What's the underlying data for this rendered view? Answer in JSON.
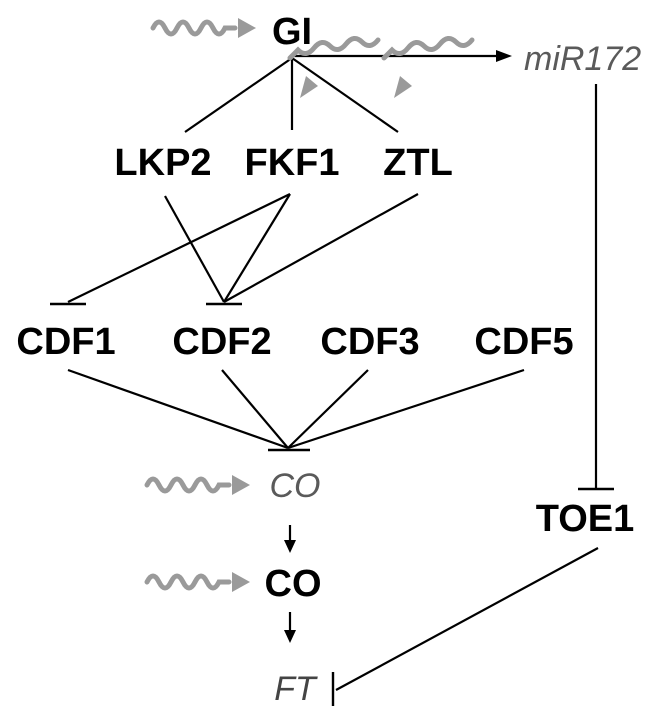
{
  "nodes": {
    "gi": "GI",
    "mir172": "miR172",
    "lkp2": "LKP2",
    "fkf1": "FKF1",
    "ztl": "ZTL",
    "cdf1": "CDF1",
    "cdf2": "CDF2",
    "cdf3": "CDF3",
    "cdf5": "CDF5",
    "co_gene": "CO",
    "co_protein": "CO",
    "toe1": "TOE1",
    "ft_gene": "FT"
  },
  "colors": {
    "light_signal": "#9a9a9a",
    "protein_text": "#000000",
    "gene_text": "#5a5a5a"
  },
  "icons": {
    "light_signal": "wavy-arrow"
  }
}
